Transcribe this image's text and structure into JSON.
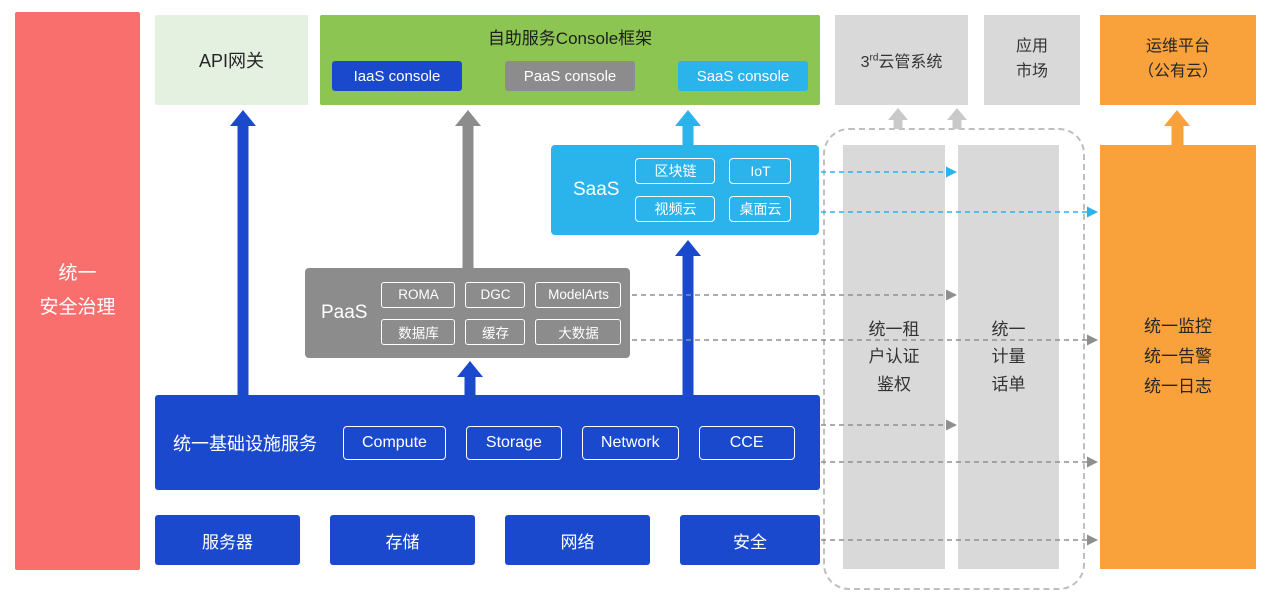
{
  "colors": {
    "security_red": "#F96F6D",
    "api_gateway_green": "#E4F1E0",
    "console_green": "#8DC552",
    "iaas_blue": "#1B49CE",
    "paas_gray": "#8C8C8C",
    "saas_cyan": "#2BB3EB",
    "neutral_gray": "#D9D9D9",
    "om_orange": "#F9A23C"
  },
  "security_bar": {
    "label": "统一\n安全治理"
  },
  "api_gateway": {
    "label": "API网关"
  },
  "console_frame": {
    "title": "自助服务Console框架",
    "chips": [
      "IaaS console",
      "PaaS console",
      "SaaS console"
    ]
  },
  "third_party_cms": {
    "prefix": "3",
    "sup": "rd",
    "suffix": "云管系统"
  },
  "app_market": {
    "label": "应用\n市场"
  },
  "om_platform": {
    "label": "运维平台\n（公有云）"
  },
  "saas": {
    "label": "SaaS",
    "chips": [
      "区块链",
      "IoT",
      "视频云",
      "桌面云"
    ]
  },
  "paas": {
    "label": "PaaS",
    "chips": [
      "ROMA",
      "DGC",
      "ModelArts",
      "数据库",
      "缓存",
      "大数据"
    ]
  },
  "infra": {
    "label": "统一基础设施服务",
    "chips": [
      "Compute",
      "Storage",
      "Network",
      "CCE"
    ]
  },
  "bottom_row": [
    "服务器",
    "存储",
    "网络",
    "安全"
  ],
  "auth_bar": {
    "label": "统一租\n户认证\n鉴权"
  },
  "metering_bar": {
    "label": "统一\n计量\n话单"
  },
  "monitoring_bar": {
    "label": "统一监控\n统一告警\n统一日志"
  }
}
